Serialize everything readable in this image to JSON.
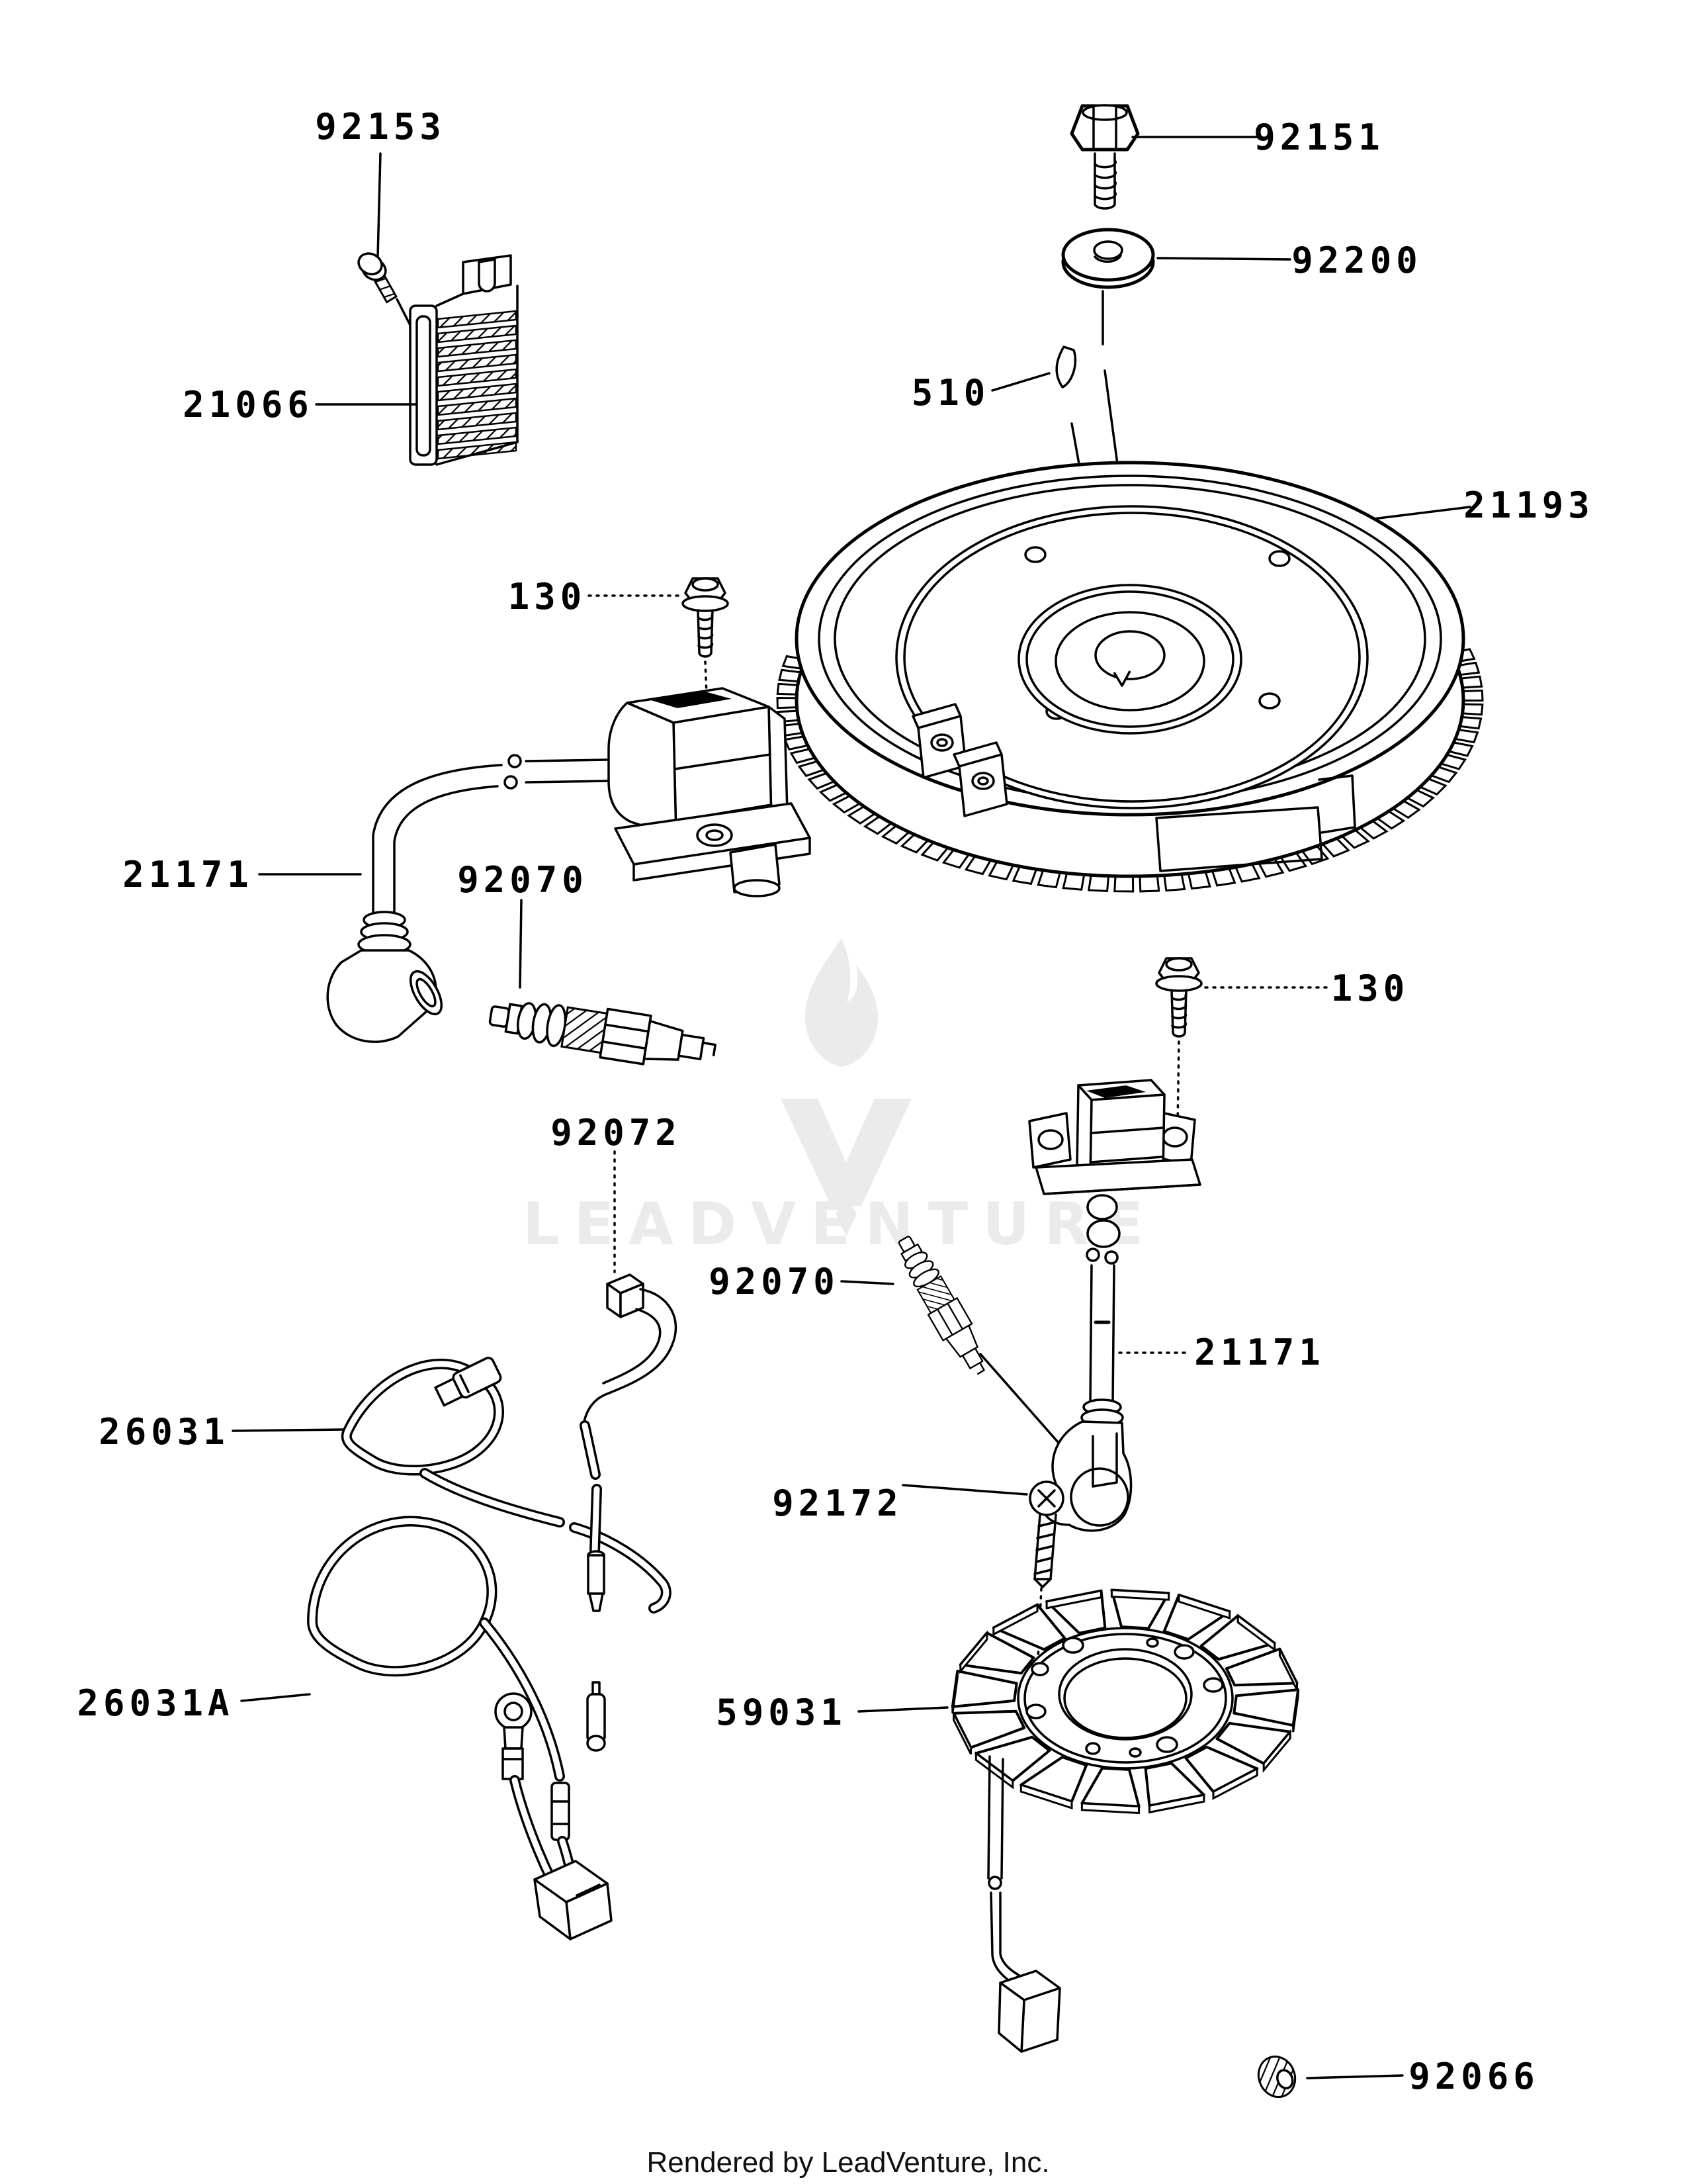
{
  "diagram": {
    "background_color": "#ffffff",
    "line_color": "#000000",
    "watermark": {
      "text": "LEADVENTURE",
      "color": "#ebebeb"
    },
    "footer": {
      "text": "Rendered by LeadVenture, Inc."
    },
    "labels": [
      {
        "text": "92153",
        "part": "screw"
      },
      {
        "text": "21066",
        "part": "regulator-heatsink"
      },
      {
        "text": "92151",
        "part": "flywheel-bolt"
      },
      {
        "text": "92200",
        "part": "washer"
      },
      {
        "text": "510",
        "part": "woodruff-key"
      },
      {
        "text": "21193",
        "part": "flywheel"
      },
      {
        "text": "130",
        "part": "coil-bolt-left"
      },
      {
        "text": "21171",
        "part": "ignition-coil-left"
      },
      {
        "text": "92070",
        "part": "spark-plug-left"
      },
      {
        "text": "92072",
        "part": "clamp"
      },
      {
        "text": "130",
        "part": "coil-bolt-right"
      },
      {
        "text": "92070",
        "part": "spark-plug-right"
      },
      {
        "text": "21171",
        "part": "ignition-coil-right"
      },
      {
        "text": "26031",
        "part": "wiring-harness"
      },
      {
        "text": "92172",
        "part": "stator-screw"
      },
      {
        "text": "26031A",
        "part": "wiring-harness-a"
      },
      {
        "text": "59031",
        "part": "stator"
      },
      {
        "text": "92066",
        "part": "plug"
      }
    ]
  }
}
